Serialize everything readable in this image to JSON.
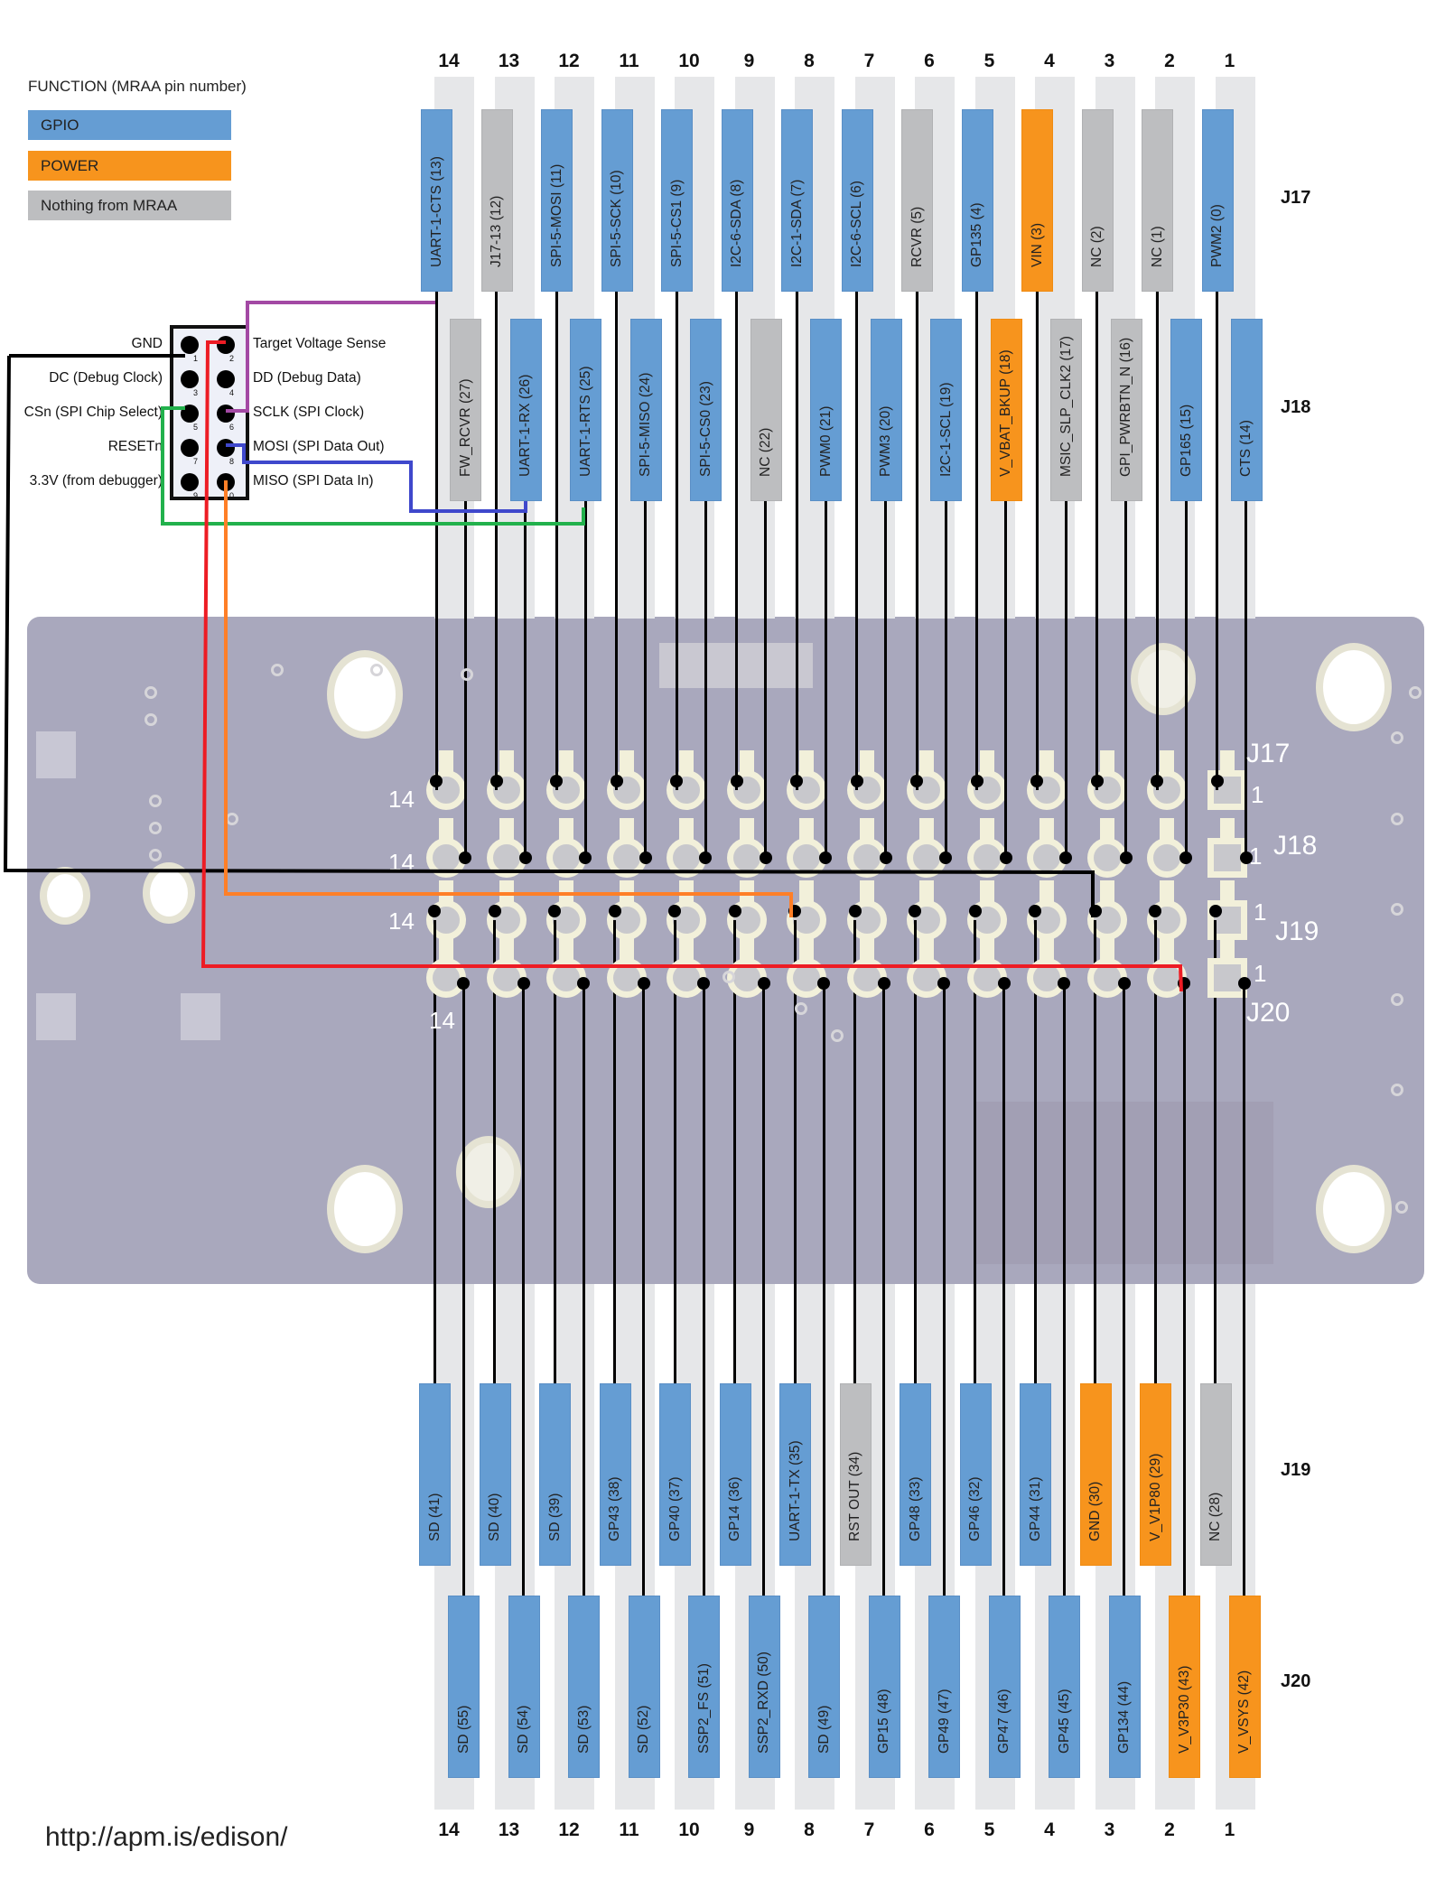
{
  "legend": {
    "title": "FUNCTION (MRAA pin number)",
    "items": [
      {
        "label": "GPIO",
        "color": "#659dd3"
      },
      {
        "label": "POWER",
        "color": "#f7941d"
      },
      {
        "label": "Nothing from MRAA",
        "color": "#bdbec0"
      }
    ]
  },
  "column_numbers": [
    "14",
    "13",
    "12",
    "11",
    "10",
    "9",
    "8",
    "7",
    "6",
    "5",
    "4",
    "3",
    "2",
    "1"
  ],
  "connectors": {
    "J17": {
      "label": "J17",
      "pins": [
        {
          "pin": 14,
          "label": "UART-1-CTS (13)",
          "type": "gpio"
        },
        {
          "pin": 13,
          "label": "J17-13 (12)",
          "type": "none"
        },
        {
          "pin": 12,
          "label": "SPI-5-MOSI (11)",
          "type": "gpio"
        },
        {
          "pin": 11,
          "label": "SPI-5-SCK (10)",
          "type": "gpio"
        },
        {
          "pin": 10,
          "label": "SPI-5-CS1 (9)",
          "type": "gpio"
        },
        {
          "pin": 9,
          "label": "I2C-6-SDA (8)",
          "type": "gpio"
        },
        {
          "pin": 8,
          "label": "I2C-1-SDA (7)",
          "type": "gpio"
        },
        {
          "pin": 7,
          "label": "I2C-6-SCL (6)",
          "type": "gpio"
        },
        {
          "pin": 6,
          "label": "RCVR (5)",
          "type": "none"
        },
        {
          "pin": 5,
          "label": "GP135 (4)",
          "type": "gpio"
        },
        {
          "pin": 4,
          "label": "VIN (3)",
          "type": "power"
        },
        {
          "pin": 3,
          "label": "NC (2)",
          "type": "none"
        },
        {
          "pin": 2,
          "label": "NC (1)",
          "type": "none"
        },
        {
          "pin": 1,
          "label": "PWM2 (0)",
          "type": "gpio"
        }
      ]
    },
    "J18": {
      "label": "J18",
      "pins": [
        {
          "pin": 14,
          "label": "FW_RCVR (27)",
          "type": "none"
        },
        {
          "pin": 13,
          "label": "UART-1-RX (26)",
          "type": "gpio"
        },
        {
          "pin": 12,
          "label": "UART-1-RTS (25)",
          "type": "gpio"
        },
        {
          "pin": 11,
          "label": "SPI-5-MISO (24)",
          "type": "gpio"
        },
        {
          "pin": 10,
          "label": "SPI-5-CS0 (23)",
          "type": "gpio"
        },
        {
          "pin": 9,
          "label": "NC (22)",
          "type": "none"
        },
        {
          "pin": 8,
          "label": "PWM0 (21)",
          "type": "gpio"
        },
        {
          "pin": 7,
          "label": "PWM3 (20)",
          "type": "gpio"
        },
        {
          "pin": 6,
          "label": "I2C-1-SCL (19)",
          "type": "gpio"
        },
        {
          "pin": 5,
          "label": "V_VBAT_BKUP (18)",
          "type": "power"
        },
        {
          "pin": 4,
          "label": "MSIC_SLP_CLK2 (17)",
          "type": "none"
        },
        {
          "pin": 3,
          "label": "GPI_PWRBTN_N (16)",
          "type": "none"
        },
        {
          "pin": 2,
          "label": "GP165 (15)",
          "type": "gpio"
        },
        {
          "pin": 1,
          "label": "CTS (14)",
          "type": "gpio"
        }
      ]
    },
    "J19": {
      "label": "J19",
      "pins": [
        {
          "pin": 14,
          "label": "SD (41)",
          "type": "gpio"
        },
        {
          "pin": 13,
          "label": "SD (40)",
          "type": "gpio"
        },
        {
          "pin": 12,
          "label": "SD (39)",
          "type": "gpio"
        },
        {
          "pin": 11,
          "label": "GP43 (38)",
          "type": "gpio"
        },
        {
          "pin": 10,
          "label": "GP40 (37)",
          "type": "gpio"
        },
        {
          "pin": 9,
          "label": "GP14 (36)",
          "type": "gpio"
        },
        {
          "pin": 8,
          "label": "UART-1-TX (35)",
          "type": "gpio"
        },
        {
          "pin": 7,
          "label": "RST OUT (34)",
          "type": "none"
        },
        {
          "pin": 6,
          "label": "GP48 (33)",
          "type": "gpio"
        },
        {
          "pin": 5,
          "label": "GP46 (32)",
          "type": "gpio"
        },
        {
          "pin": 4,
          "label": "GP44 (31)",
          "type": "gpio"
        },
        {
          "pin": 3,
          "label": "GND (30)",
          "type": "power"
        },
        {
          "pin": 2,
          "label": "V_V1P80 (29)",
          "type": "power"
        },
        {
          "pin": 1,
          "label": "NC (28)",
          "type": "none"
        }
      ]
    },
    "J20": {
      "label": "J20",
      "pins": [
        {
          "pin": 14,
          "label": "SD (55)",
          "type": "gpio"
        },
        {
          "pin": 13,
          "label": "SD (54)",
          "type": "gpio"
        },
        {
          "pin": 12,
          "label": "SD (53)",
          "type": "gpio"
        },
        {
          "pin": 11,
          "label": "SD (52)",
          "type": "gpio"
        },
        {
          "pin": 10,
          "label": "SSP2_FS (51)",
          "type": "gpio"
        },
        {
          "pin": 9,
          "label": "SSP2_RXD (50)",
          "type": "gpio"
        },
        {
          "pin": 8,
          "label": "SD (49)",
          "type": "gpio"
        },
        {
          "pin": 7,
          "label": "GP15 (48)",
          "type": "gpio"
        },
        {
          "pin": 6,
          "label": "GP49 (47)",
          "type": "gpio"
        },
        {
          "pin": 5,
          "label": "GP47 (46)",
          "type": "gpio"
        },
        {
          "pin": 4,
          "label": "GP45 (45)",
          "type": "gpio"
        },
        {
          "pin": 3,
          "label": "GP134 (44)",
          "type": "gpio"
        },
        {
          "pin": 2,
          "label": "V_V3P30 (43)",
          "type": "power"
        },
        {
          "pin": 1,
          "label": "V_VSYS (42)",
          "type": "power"
        }
      ]
    }
  },
  "board_silkscreen": {
    "row_pin14_label": "14",
    "row_pin1_label": "1",
    "connector_labels": [
      "J17",
      "J18",
      "J19",
      "J20"
    ]
  },
  "debug_header": {
    "left_labels": [
      "GND",
      "DC (Debug Clock)",
      "CSn (SPI Chip Select)",
      "RESETn",
      "3.3V (from debugger)"
    ],
    "right_labels": [
      "Target Voltage Sense",
      "DD (Debug Data)",
      "SCLK (SPI Clock)",
      "MOSI (SPI Data Out)",
      "MISO (SPI Data In)"
    ],
    "pin_numbers": [
      "1",
      "2",
      "3",
      "4",
      "5",
      "6",
      "7",
      "8",
      "9",
      "0"
    ],
    "wire_colors": {
      "gnd": "#000000",
      "vsense": "#ed1c24",
      "sclk": "#a349a4",
      "csn": "#22b14c",
      "mosi": "#3f48cc",
      "miso": "#ff7f27"
    }
  },
  "footer_url": "http://apm.is/edison/"
}
